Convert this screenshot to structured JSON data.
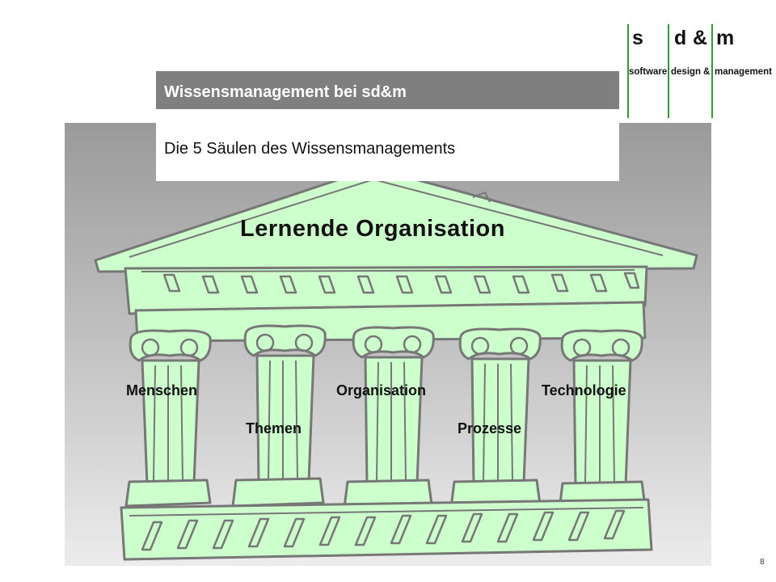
{
  "logo": {
    "letters": [
      "s",
      "d",
      "&",
      "m"
    ],
    "words": [
      "software",
      "design",
      "&",
      "management"
    ],
    "accent_color": "#2e9c2e"
  },
  "header": {
    "title": "Wissensmanagement bei sd&m",
    "subtitle": "Die 5 Säulen des Wissensmanagements"
  },
  "temple": {
    "roof_label": "Lernende Organisation",
    "pillars": [
      "Menschen",
      "Themen",
      "Organisation",
      "Prozesse",
      "Technologie"
    ],
    "fill_color": "#ccffcc",
    "stroke_color": "#777777"
  },
  "page_number": "8"
}
